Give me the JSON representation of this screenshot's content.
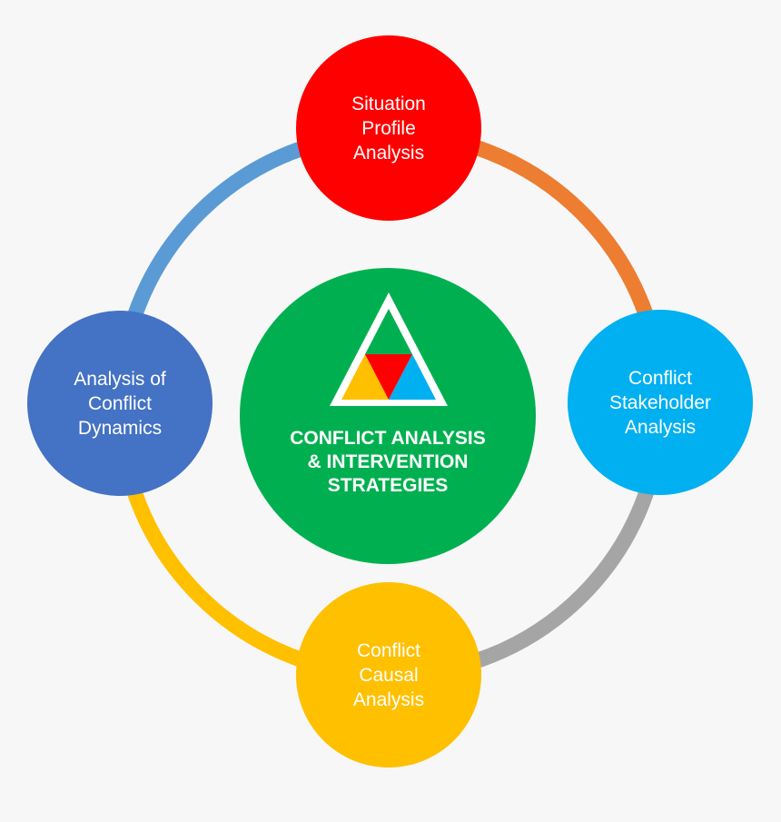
{
  "colors": {
    "background": "#f7f7f7",
    "arc_top_right": "#ed7d31",
    "arc_bottom_right": "#a5a5a5",
    "arc_bottom_left": "#ffc000",
    "arc_top_left": "#5b9bd5",
    "center_fill": "#00b050",
    "triangle_top": "#00b050",
    "triangle_left": "#ffc000",
    "triangle_middle": "#ff0000",
    "triangle_right": "#00b0f0",
    "label_text": "#ffffff"
  },
  "nodes": [
    {
      "id": "situation-profile-analysis",
      "lines": [
        "Situation",
        "Profile",
        "Analysis"
      ],
      "color": "#ff0000",
      "position": "top"
    },
    {
      "id": "conflict-stakeholder-analysis",
      "lines": [
        "Conflict",
        "Stakeholder",
        "Analysis"
      ],
      "color": "#00b0f0",
      "position": "right"
    },
    {
      "id": "conflict-causal-analysis",
      "lines": [
        "Conflict",
        "Causal",
        "Analysis"
      ],
      "color": "#ffc000",
      "position": "bottom"
    },
    {
      "id": "analysis-of-conflict-dynamics",
      "lines": [
        "Analysis of",
        "Conflict",
        "Dynamics"
      ],
      "color": "#4472c4",
      "position": "left"
    }
  ],
  "center": {
    "lines": [
      "CONFLICT ANALYSIS",
      "& INTERVENTION",
      "STRATEGIES"
    ],
    "icon": "triangle-logo-icon"
  }
}
